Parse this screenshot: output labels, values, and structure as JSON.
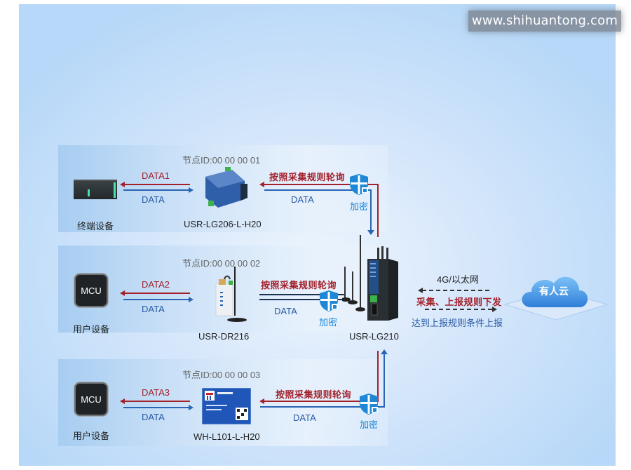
{
  "watermark": "www.shihuantong.com",
  "rows": [
    {
      "node_id": "节点ID:00 00 00 01",
      "terminal_label": "终端设备",
      "terminal_icon": "plc-icon",
      "upstream_data": "DATA1",
      "downstream_data": "DATA",
      "device_label": "USR-LG206-L-H20",
      "poll_text": "按照采集规则轮询",
      "link_data": "DATA",
      "encrypt_label": "加密"
    },
    {
      "node_id": "节点ID:00 00 00 02",
      "terminal_label": "用户设备",
      "terminal_icon": "mcu-chip-icon",
      "terminal_chip_text": "MCU",
      "upstream_data": "DATA2",
      "downstream_data": "DATA",
      "device_label": "USR-DR216",
      "poll_text": "按照采集规则轮询",
      "link_data": "DATA",
      "encrypt_label": "加密"
    },
    {
      "node_id": "节点ID:00 00 00 03",
      "terminal_label": "用户设备",
      "terminal_icon": "mcu-chip-icon",
      "terminal_chip_text": "MCU",
      "upstream_data": "DATA3",
      "downstream_data": "DATA",
      "device_label": "WH-L101-L-H20",
      "poll_text": "按照采集规则轮询",
      "link_data": "DATA",
      "encrypt_label": "加密"
    }
  ],
  "gateway": {
    "label": "USR-LG210",
    "network": "4G/以太网",
    "downlink_text": "采集、上报规则下发",
    "uplink_text": "达到上报规则条件上报"
  },
  "cloud": {
    "label": "有人云"
  },
  "colors": {
    "red": "#a3212b",
    "blue": "#2a64b2",
    "encrypt": "#1e88d6"
  }
}
